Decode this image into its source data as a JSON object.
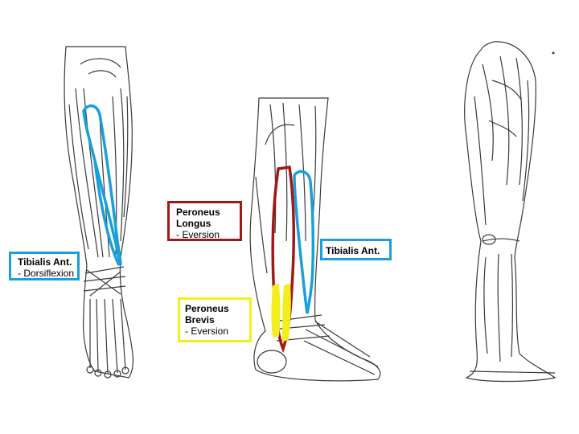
{
  "colors": {
    "tibialis": "#1a9fd6",
    "peroneus_longus": "#a01818",
    "peroneus_brevis": "#f2ee1c",
    "line_art": "#3a3a3a"
  },
  "labels": {
    "tibialis_ant_front": {
      "title": "Tibialis Ant.",
      "subtitle": "- Dorsiflexion"
    },
    "peroneus_longus": {
      "title_line1": "Peroneus",
      "title_line2": "Longus",
      "subtitle": "- Eversion"
    },
    "tibialis_ant_side": {
      "title": "Tibialis Ant."
    },
    "peroneus_brevis": {
      "title_line1": "Peroneus",
      "title_line2": "Brevis",
      "subtitle": "- Eversion"
    }
  }
}
